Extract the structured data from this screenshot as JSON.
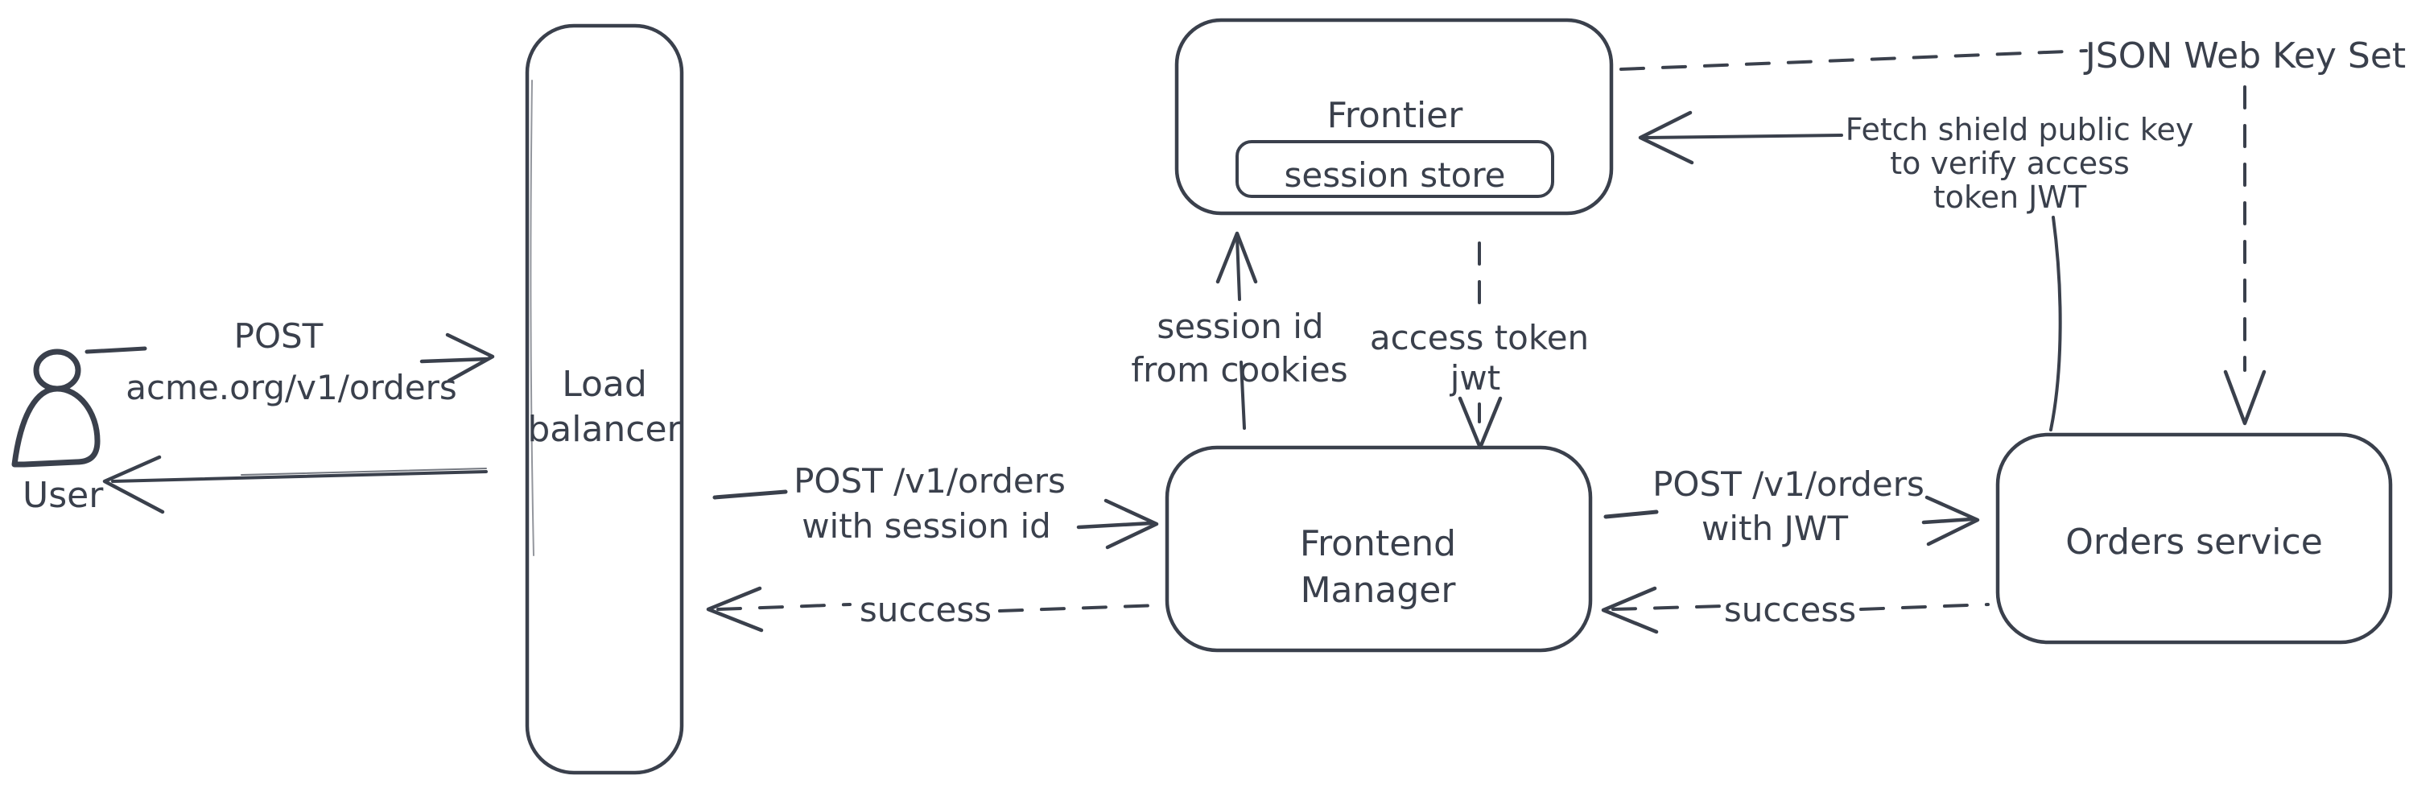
{
  "colors": {
    "stroke": "#3a404c",
    "background": "#ffffff",
    "hatch_fill": "#ccd3dd"
  },
  "nodes": {
    "user": {
      "label": "User"
    },
    "load_balancer": {
      "lines": [
        "Load",
        "balancer"
      ]
    },
    "frontier": {
      "label": "Frontier"
    },
    "session_store": {
      "label": "session store"
    },
    "frontend_manager": {
      "lines": [
        "Frontend",
        "Manager"
      ]
    },
    "orders_service": {
      "label": "Orders service"
    }
  },
  "edges": {
    "user_to_lb": {
      "style": "solid",
      "direction": "right",
      "lines": [
        "POST",
        "acme.org/v1/orders"
      ]
    },
    "lb_to_user": {
      "style": "solid",
      "direction": "left",
      "label": ""
    },
    "lb_to_fm": {
      "style": "solid",
      "direction": "right",
      "lines": [
        "POST /v1/orders",
        "with session id"
      ]
    },
    "fm_to_lb_success": {
      "style": "dashed",
      "direction": "left",
      "label": "success"
    },
    "fm_to_frontier": {
      "style": "solid",
      "direction": "up",
      "lines": [
        "session id",
        "from cookies"
      ]
    },
    "frontier_to_fm": {
      "style": "dashed",
      "direction": "down",
      "lines": [
        "access token",
        "jwt"
      ]
    },
    "fm_to_os": {
      "style": "solid",
      "direction": "right",
      "lines": [
        "POST /v1/orders",
        "with JWT"
      ]
    },
    "os_to_fm_success": {
      "style": "dashed",
      "direction": "left",
      "label": "success"
    },
    "frontier_to_jwks": {
      "style": "dashed",
      "direction": "right",
      "label": "JSON Web Key Set"
    },
    "os_to_frontier_fetch": {
      "style": "solid",
      "direction": "left",
      "lines": [
        "Fetch shield public key",
        "to verify access",
        "token JWT"
      ]
    },
    "jwks_to_os": {
      "style": "dashed",
      "direction": "down",
      "label": ""
    }
  }
}
